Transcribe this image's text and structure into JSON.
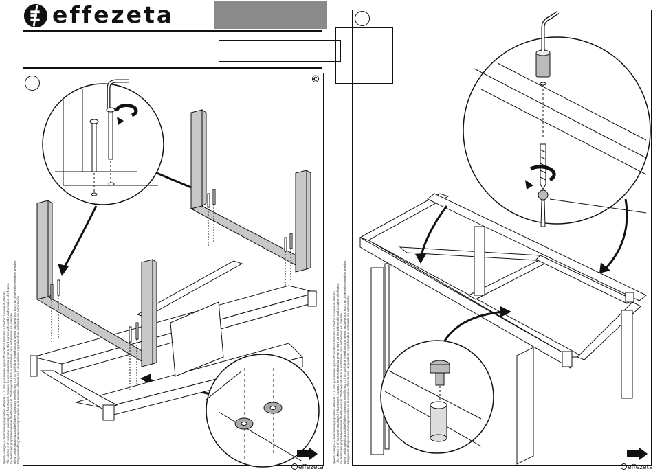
{
  "brand": {
    "name": "effezeta",
    "logo_icon": "effezeta-logo-icon"
  },
  "panels": [
    {
      "copyright_mark": "©"
    },
    {
      "copyright_mark": ""
    }
  ],
  "disclaimer": [
    "Questo disegno è di esclusiva proprietà di effezeta s.r.l. Non può essere riprodotto o dato a terzi senza l'autorizzazione di effezeta.",
    "This sketch is of exclusive property of effezeta s.r.l. It cannot be reproduced or given to third parties without the authorization of effezeta.",
    "Ce dessin est propriété exclusive de effezeta s.r.l. Toute reproduction et distribution sans autorisation est interdite.",
    "Diese Zeichnung ist ausschließliches Eigentum von effezeta s.r.l. Es darf ohne Genehmigung weder nachgedruckt noch an Dritte weitergegeben werden.",
    "El siguiente dibujo es exclusiva propiedad de la empresa effezeta s.r.l. No puede ser reproducido ni notificado sin autorización."
  ],
  "footer": {
    "brand": "effezeta"
  },
  "icons": {
    "next": "next-page-arrow-icon",
    "step": "step-number-circle",
    "allen_key": "allen-key-icon",
    "screwdriver": "screwdriver-icon",
    "rotation": "clockwise-rotation-icon"
  },
  "colors": {
    "frame_fill": "#c8c8c8",
    "line": "#111111",
    "washer": "#aaaaaa",
    "header_box": "#8a8a8a"
  }
}
